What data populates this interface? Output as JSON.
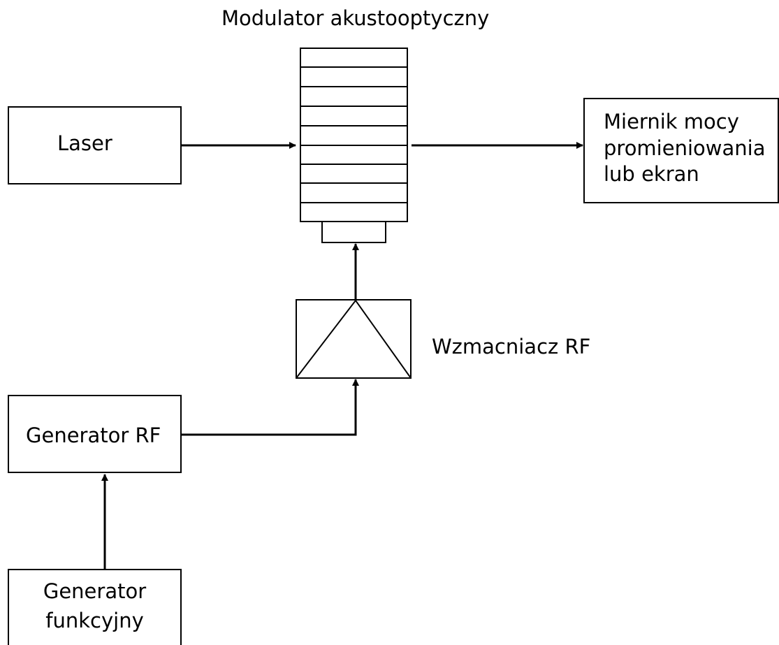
{
  "modulator": {
    "label": "Modulator akustooptyczny"
  },
  "laser": {
    "label": "Laser"
  },
  "meter": {
    "line1": "Miernik mocy",
    "line2": "promieniowania",
    "line3": "lub ekran"
  },
  "amplifier": {
    "label": "Wzmacniacz RF"
  },
  "rf_generator": {
    "label": "Generator RF"
  },
  "function_generator": {
    "line1": "Generator",
    "line2": "funkcyjny"
  },
  "colors": {
    "stroke": "#000000",
    "background": "#ffffff"
  }
}
